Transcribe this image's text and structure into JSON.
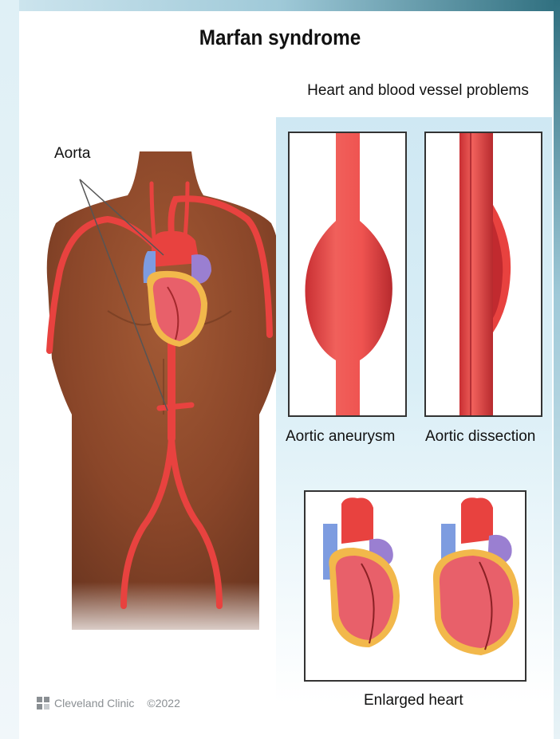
{
  "title": "Marfan syndrome",
  "subtitle": "Heart and blood vessel problems",
  "labels": {
    "aorta": "Aorta",
    "aneurysm": "Aortic aneurysm",
    "dissection": "Aortic dissection",
    "enlarged_heart": "Enlarged heart"
  },
  "footer": {
    "brand": "Cleveland Clinic",
    "copyright": "©2022"
  },
  "colors": {
    "skin": "#8b4a2b",
    "artery": "#e8423f",
    "panel_blue": "#cfe8f3",
    "vein": "#9a7fd1"
  }
}
